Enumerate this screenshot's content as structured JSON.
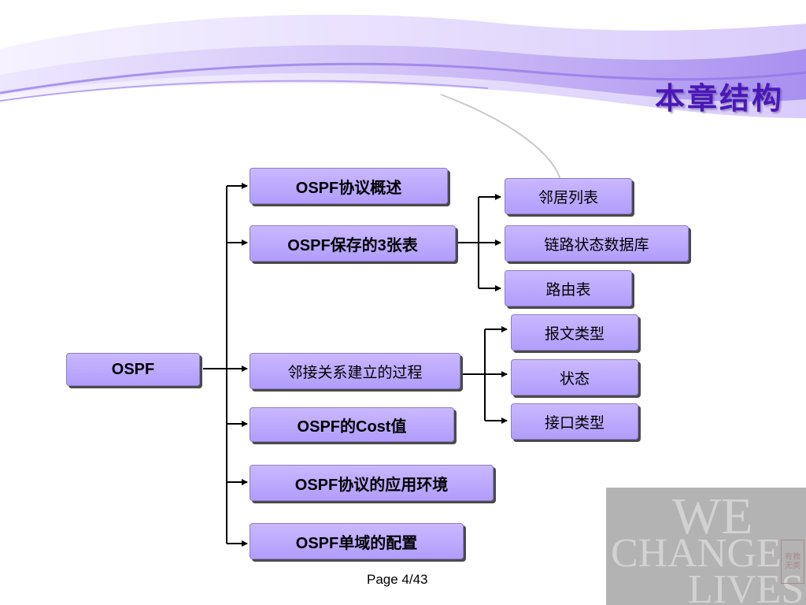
{
  "title": "本章结构",
  "root": "OSPF",
  "branches": [
    "OSPF协议概述",
    "OSPF保存的3张表",
    "邻接关系建立的过程",
    "OSPF的Cost值",
    "OSPF协议的应用环境",
    "OSPF单域的配置"
  ],
  "tables_children": [
    "邻居列表",
    "链路状态数据库",
    "路由表"
  ],
  "adjacency_children": [
    "报文类型",
    "状态",
    "接口类型"
  ],
  "footer": "Page 4/43",
  "watermark": {
    "lines": [
      "WE",
      "CHANGE",
      "LIVES"
    ],
    "seal": "有教无类"
  },
  "colors": {
    "node_fill": "#b9a6fd",
    "title": "#4a18b8",
    "swoosh": "#a88cf0"
  }
}
